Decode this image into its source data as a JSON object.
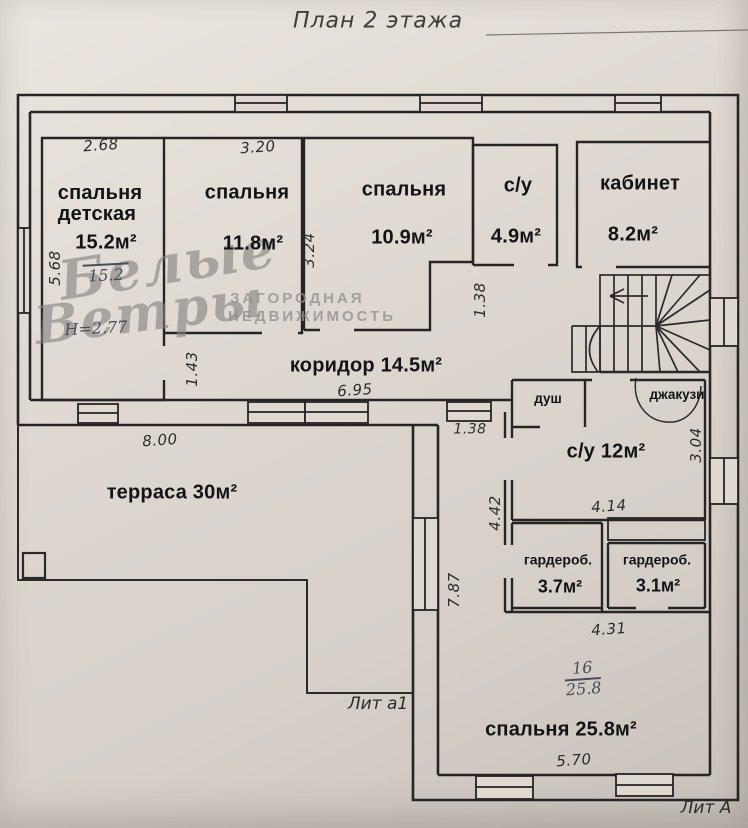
{
  "page": {
    "title": "План 2 этажа"
  },
  "watermark": {
    "script1": "Белые",
    "script2": "Ветры",
    "caps1": "ЗАГОРОДНАЯ",
    "caps2": "НЕДВИЖИМОСТЬ"
  },
  "rooms": {
    "nursery": {
      "name1": "спальня",
      "name2": "детская",
      "area": "15.2м²",
      "hand_area": "15.2",
      "hand_ceiling": "Н=2.77",
      "dim_width": "2.68",
      "dim_depth": "5.68"
    },
    "bedroom2": {
      "name": "спальня",
      "area": "11.8м²",
      "dim_width": "3.20",
      "dim_depth": "3.24"
    },
    "bedroom3": {
      "name": "спальня",
      "area": "10.9м²"
    },
    "wc_small": {
      "name": "с/у",
      "area": "4.9м²"
    },
    "office": {
      "name": "кабинет",
      "area": "8.2м²"
    },
    "corridor": {
      "label": "коридор 14.5м²",
      "dim_length": "6.95",
      "dim_width": "1.43",
      "dim_leg": "1.38"
    },
    "wc_big": {
      "label": "с/у 12м²",
      "dim_width": "4.14",
      "dim_depth": "3.04",
      "shower_label": "душ",
      "jacuzzi_label": "джакузи"
    },
    "terrace": {
      "label": "терраса 30м²",
      "dim_width": "8.00"
    },
    "wardrobe_a": {
      "name": "гардероб.",
      "area": "3.7м²"
    },
    "wardrobe_b": {
      "name": "гардероб.",
      "area": "3.1м²"
    },
    "bedroom_main": {
      "label": "спальня 25.8м²",
      "dim_top": "4.31",
      "dim_bottom": "5.70",
      "dim_leg_width": "1.38",
      "dim_leg_upper": "4.42",
      "dim_leg_full": "7.87",
      "hand_num": "16",
      "hand_den": "25.8"
    }
  },
  "litera": {
    "annex": "Лит а1",
    "main": "Лит А"
  },
  "colors": {
    "paper": "#ded8d1",
    "ink": "#262524",
    "pen": "#454e5a",
    "watermark": "#8f8c87"
  }
}
